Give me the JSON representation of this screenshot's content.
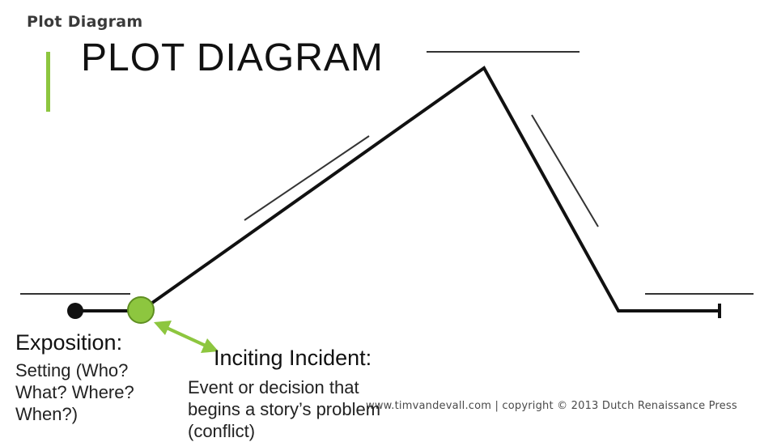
{
  "header": {
    "logo_text": "Plot Diagram"
  },
  "title": "PLOT DIAGRAM",
  "credit": "www.timvandevall.com | copyright © 2013 Dutch Renaissance Press",
  "exposition": {
    "heading": "Exposition:",
    "lines": [
      "Setting (Who?",
      "What? Where?",
      "When?)"
    ]
  },
  "inciting_incident": {
    "heading": "Inciting Incident:",
    "lines": [
      "Event or decision that",
      "begins a story’s problem",
      "(conflict)"
    ]
  },
  "colors": {
    "accent": "#8dc63f",
    "line": "#111111"
  }
}
